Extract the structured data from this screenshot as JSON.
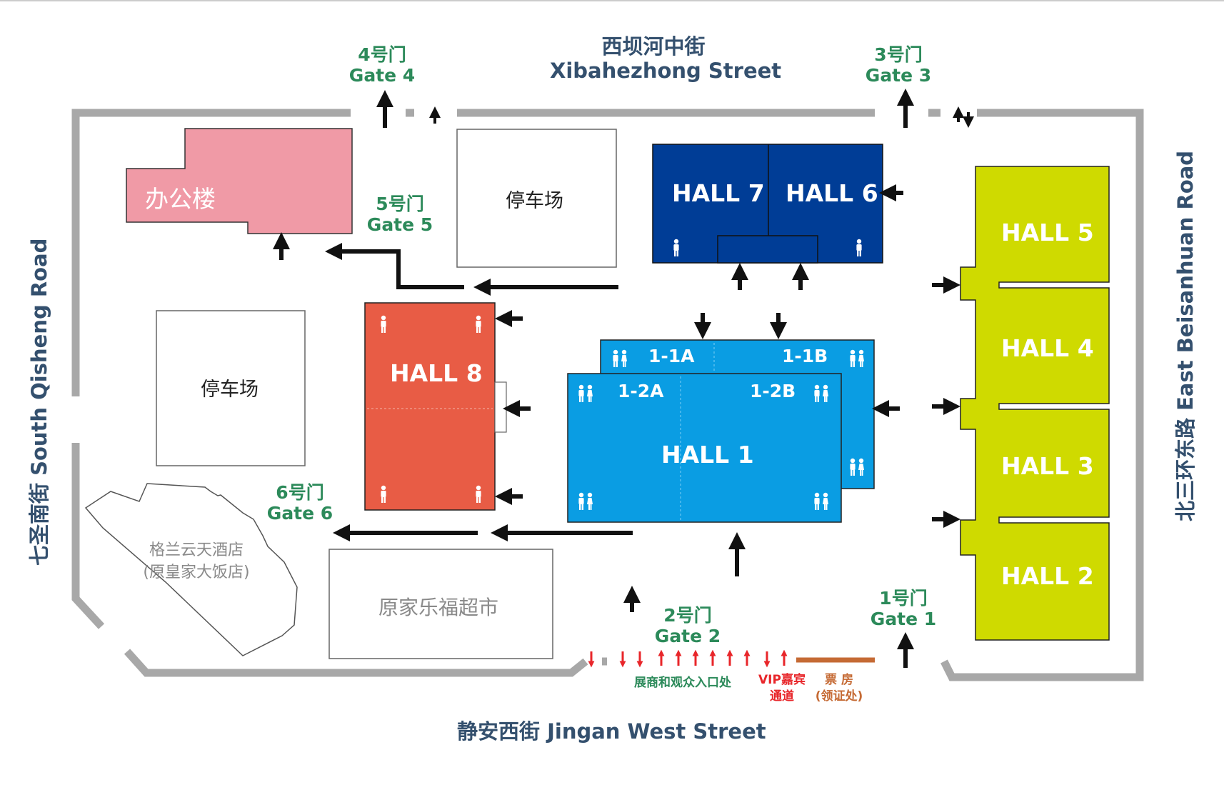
{
  "streets": {
    "north_cn": "西坝河中街",
    "north_en": "Xibahezhong Street",
    "south": "静安西街 Jingan West Street",
    "west": "七圣南街 South Qisheng Road",
    "east": "北三环东路 East Beisanhuan Road"
  },
  "gates": {
    "gate4": {
      "cn": "4号门",
      "en": "Gate 4"
    },
    "gate3": {
      "cn": "3号门",
      "en": "Gate 3"
    },
    "gate5": {
      "cn": "5号门",
      "en": "Gate 5"
    },
    "gate6": {
      "cn": "6号门",
      "en": "Gate 6"
    },
    "gate2": {
      "cn": "2号门",
      "en": "Gate 2"
    },
    "gate1": {
      "cn": "1号门",
      "en": "Gate 1"
    }
  },
  "buildings": {
    "office": "办公楼",
    "parking_north": "停车场",
    "parking_west": "停车场",
    "hotel_line1": "格兰云天酒店",
    "hotel_line2": "(原皇家大饭店)",
    "supermarket": "原家乐福超市"
  },
  "halls": {
    "hall1": "HALL 1",
    "hall1_1a": "1-1A",
    "hall1_1b": "1-1B",
    "hall1_2a": "1-2A",
    "hall1_2b": "1-2B",
    "hall2": "HALL 2",
    "hall3": "HALL 3",
    "hall4": "HALL 4",
    "hall5": "HALL 5",
    "hall6": "HALL 6",
    "hall7": "HALL 7",
    "hall8": "HALL 8"
  },
  "entrance": {
    "visitor": "展商和观众入口处",
    "vip_line1": "VIP嘉宾",
    "vip_line2": "通道",
    "ticket_line1": "票 房",
    "ticket_line2": "(领证处)"
  },
  "colors": {
    "hall_light_blue": "#0a9de3",
    "hall_dark_blue": "#003d96",
    "hall_red": "#e85c45",
    "hall_lime": "#cfda00",
    "office_pink": "#f09aa6",
    "wall_grey": "#a8a8a8",
    "gate_green": "#2c8a5a",
    "street_blue": "#34506e",
    "entry_red": "#e8262a",
    "ticket_brown": "#c56a34"
  },
  "icons": {
    "restroom": "restroom-icon",
    "arrow": "direction-arrow-icon"
  }
}
